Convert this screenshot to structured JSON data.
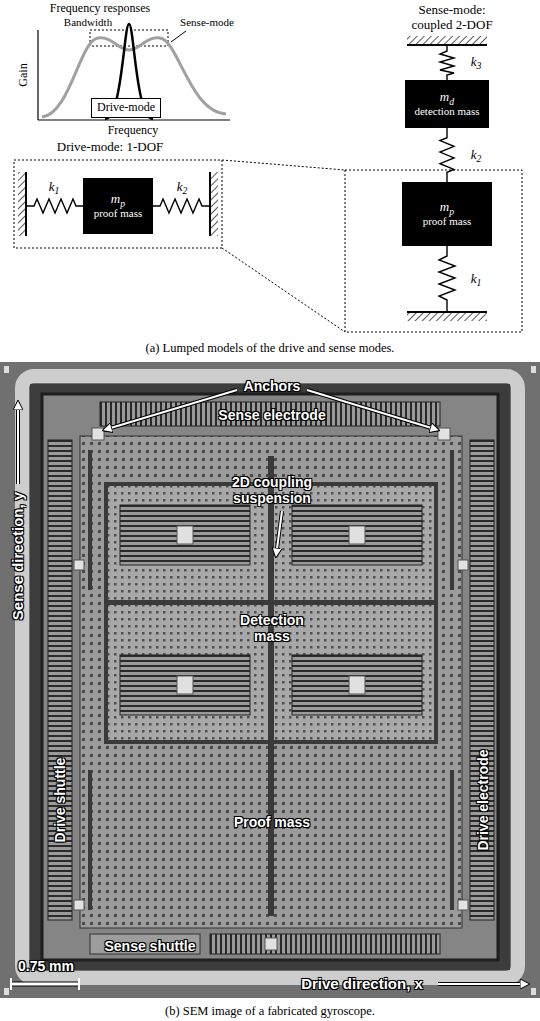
{
  "diagram": {
    "nodes": [
      {
        "text": [
          "Drive-mode"
        ]
      },
      {
        "text": [
          "mp",
          "proof mass"
        ]
      },
      {
        "text": [
          "md",
          "detection mass"
        ]
      },
      {
        "text": [
          "mp",
          "proof mass"
        ]
      }
    ],
    "edges": [
      {
        "from": 2,
        "to": 3,
        "arrow": "none",
        "label": "k2"
      }
    ],
    "labels": [
      "Frequency responses",
      "Bandwidth",
      "Sense-mode",
      "Gain",
      "Frequency",
      "Sense-mode: coupled 2-DOF",
      "k3",
      "k1",
      "Drive-mode: 1-DOF",
      "k1",
      "k2",
      "(a) Lumped models of the drive and sense modes.",
      "Anchors",
      "Sense electrode",
      "2D coupling suspension",
      "Detection mass",
      "Sense direction, y",
      "Drive shuttle",
      "Drive electrode",
      "Proof mass",
      "Sense shuttle",
      "0.75 mm",
      "Drive direction, x",
      "(b) SEM image of a fabricated gyroscope."
    ]
  }
}
